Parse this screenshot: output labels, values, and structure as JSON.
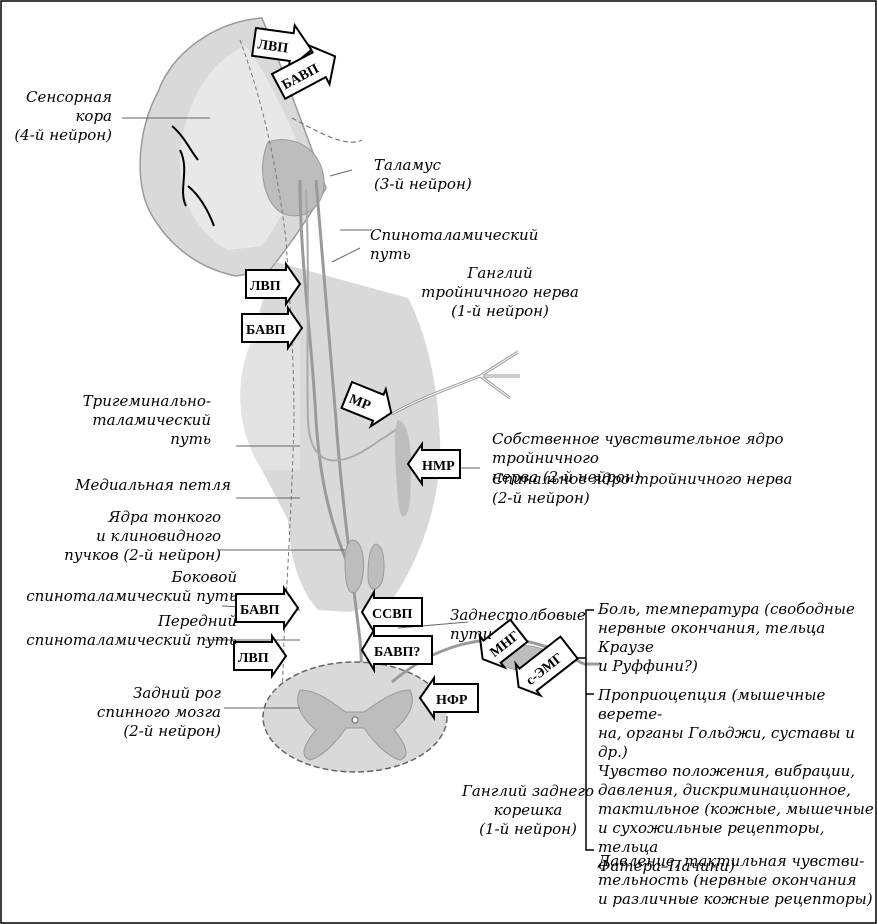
{
  "labels": {
    "sensory_cortex": "Сенсорная\nкора\n(4-й нейрон)",
    "thalamus": "Таламус\n(3-й нейрон)",
    "spinothalamic_path": "Спиноталамический\nпуть",
    "trigeminal_ganglion": "Ганглий\nтройничного нерва\n(1-й нейрон)",
    "trigeminothalamic": "Тригеминально-\nталамический\nпуть",
    "principal_nucleus": "Собственное чувствительное ядро тройничного\nнерва (2-й нейрон)",
    "spinal_nucleus": "Спинальное ядро тройничного нерва\n(2-й нейрон)",
    "medial_lemniscus": "Медиальная петля",
    "gracile_cuneate": "Ядра тонкого\nи клиновидного\nпучков (2-й нейрон)",
    "lateral_spinothalamic": "Боковой\nспиноталамический путь",
    "anterior_spinothalamic": "Передний\nспиноталамический путь",
    "posterior_columns": "Заднестолбовые\nпути",
    "dorsal_horn": "Задний рог\nспинного мозга\n(2-й нейрон)",
    "dorsal_root_ganglion": "Ганглий заднего\nкорешка\n(1-й нейрон)",
    "pain_temp": "Боль, температура (свободные\nнервные окончания, тельца Краузе\nи Руффини?)",
    "proprioception": "Проприоцепция (мышечные верете-\nна, органы Гольджи, суставы и др.)\nЧувство положения, вибрации,\nдавления, дискриминационное,\nтактильное (кожные, мышечные\nи сухожильные рецепторы, тельца\nФатера–Пачини)",
    "pressure_touch": "Давление, тактильная чувстви-\nтельность (нервные окончания\nи различные кожные рецепторы)"
  },
  "arrows": {
    "lvp_top": "ЛВП",
    "bavp_top": "БАВП",
    "lvp_mid": "ЛВП",
    "bavp_mid": "БАВП",
    "mr": "МР",
    "nmr": "НМР",
    "ssvp": "ССВП",
    "bavp_left": "БАВП",
    "bavp_q": "БАВП?",
    "lvp_low": "ЛВП",
    "mng": "МНГ",
    "s_emg": "с-ЭМГ",
    "nfr": "НФР"
  },
  "colors": {
    "tissue": "#d9d9d9",
    "tissue_dark": "#bdbdbd",
    "tract": "#9a9a9a",
    "ink": "#000000"
  }
}
